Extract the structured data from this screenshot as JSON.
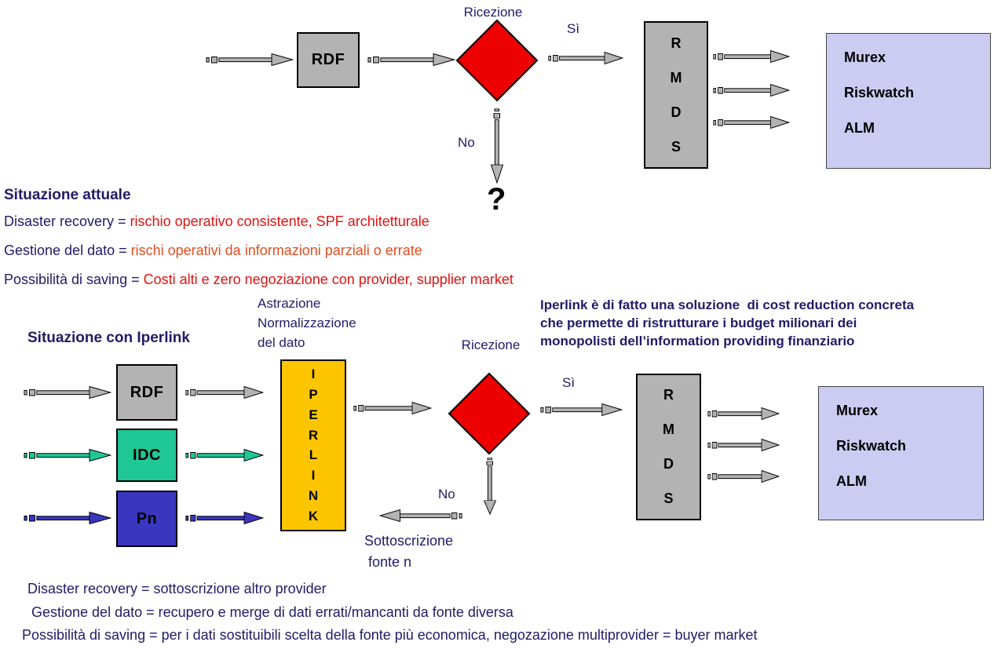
{
  "colors": {
    "navy_text": "#201b68",
    "red_text": "#e01212",
    "orange_text": "#e44d1f",
    "diamond_red": "#ee0000",
    "box_gray": "#b3b3b3",
    "box_teal": "#1fc795",
    "box_blue": "#3a36bf",
    "box_gold": "#fdc500",
    "box_lavender": "#ccccf2"
  },
  "top_flow": {
    "source_box": "RDF",
    "decision_label": "Ricezione",
    "yes_label": "Sì",
    "no_label": "No",
    "unknown_label": "?",
    "rmds_letters": [
      "R",
      "M",
      "D",
      "S"
    ],
    "targets": [
      "Murex",
      "Riskwatch",
      "ALM"
    ]
  },
  "current_situation": {
    "title": "Situazione attuale",
    "lines": [
      {
        "label": "Disaster recovery = ",
        "value": "rischio operativo consistente, SPF architetturale"
      },
      {
        "label": "Gestione del dato = ",
        "value": "rischi operativi da informazioni parziali o errate"
      },
      {
        "label": "Possibilità di saving = ",
        "value": "Costi alti e zero negoziazione con provider, supplier market"
      }
    ]
  },
  "iperlink_flow": {
    "title": "Situazione con Iperlink",
    "iperlink_caption": "Astrazione\nNormalizzazione\ndel dato",
    "note": "Iperlink è di fatto una soluzione  di cost reduction concreta\nche permette di ristrutturare i budget milionari dei\nmonopolisti dell’information providing finanziario",
    "decision_label": "Ricezione",
    "sources": [
      "RDF",
      "IDC",
      "Pn"
    ],
    "iperlink_letters": [
      "I",
      "P",
      "E",
      "R",
      "L",
      "I",
      "N",
      "K"
    ],
    "yes_label": "Sì",
    "no_label": "No",
    "no_branch_label": "Sottoscrizione\n fonte n",
    "rmds_letters": [
      "R",
      "M",
      "D",
      "S"
    ],
    "targets": [
      "Murex",
      "Riskwatch",
      "ALM"
    ]
  },
  "iperlink_benefits": {
    "lines": [
      "Disaster recovery = sottoscrizione altro provider",
      "Gestione del dato = recupero e merge di dati errati/mancanti da fonte diversa",
      "Possibilità di saving = per i dati sostituibili scelta della fonte più economica, negozazione multiprovider = buyer market"
    ]
  }
}
